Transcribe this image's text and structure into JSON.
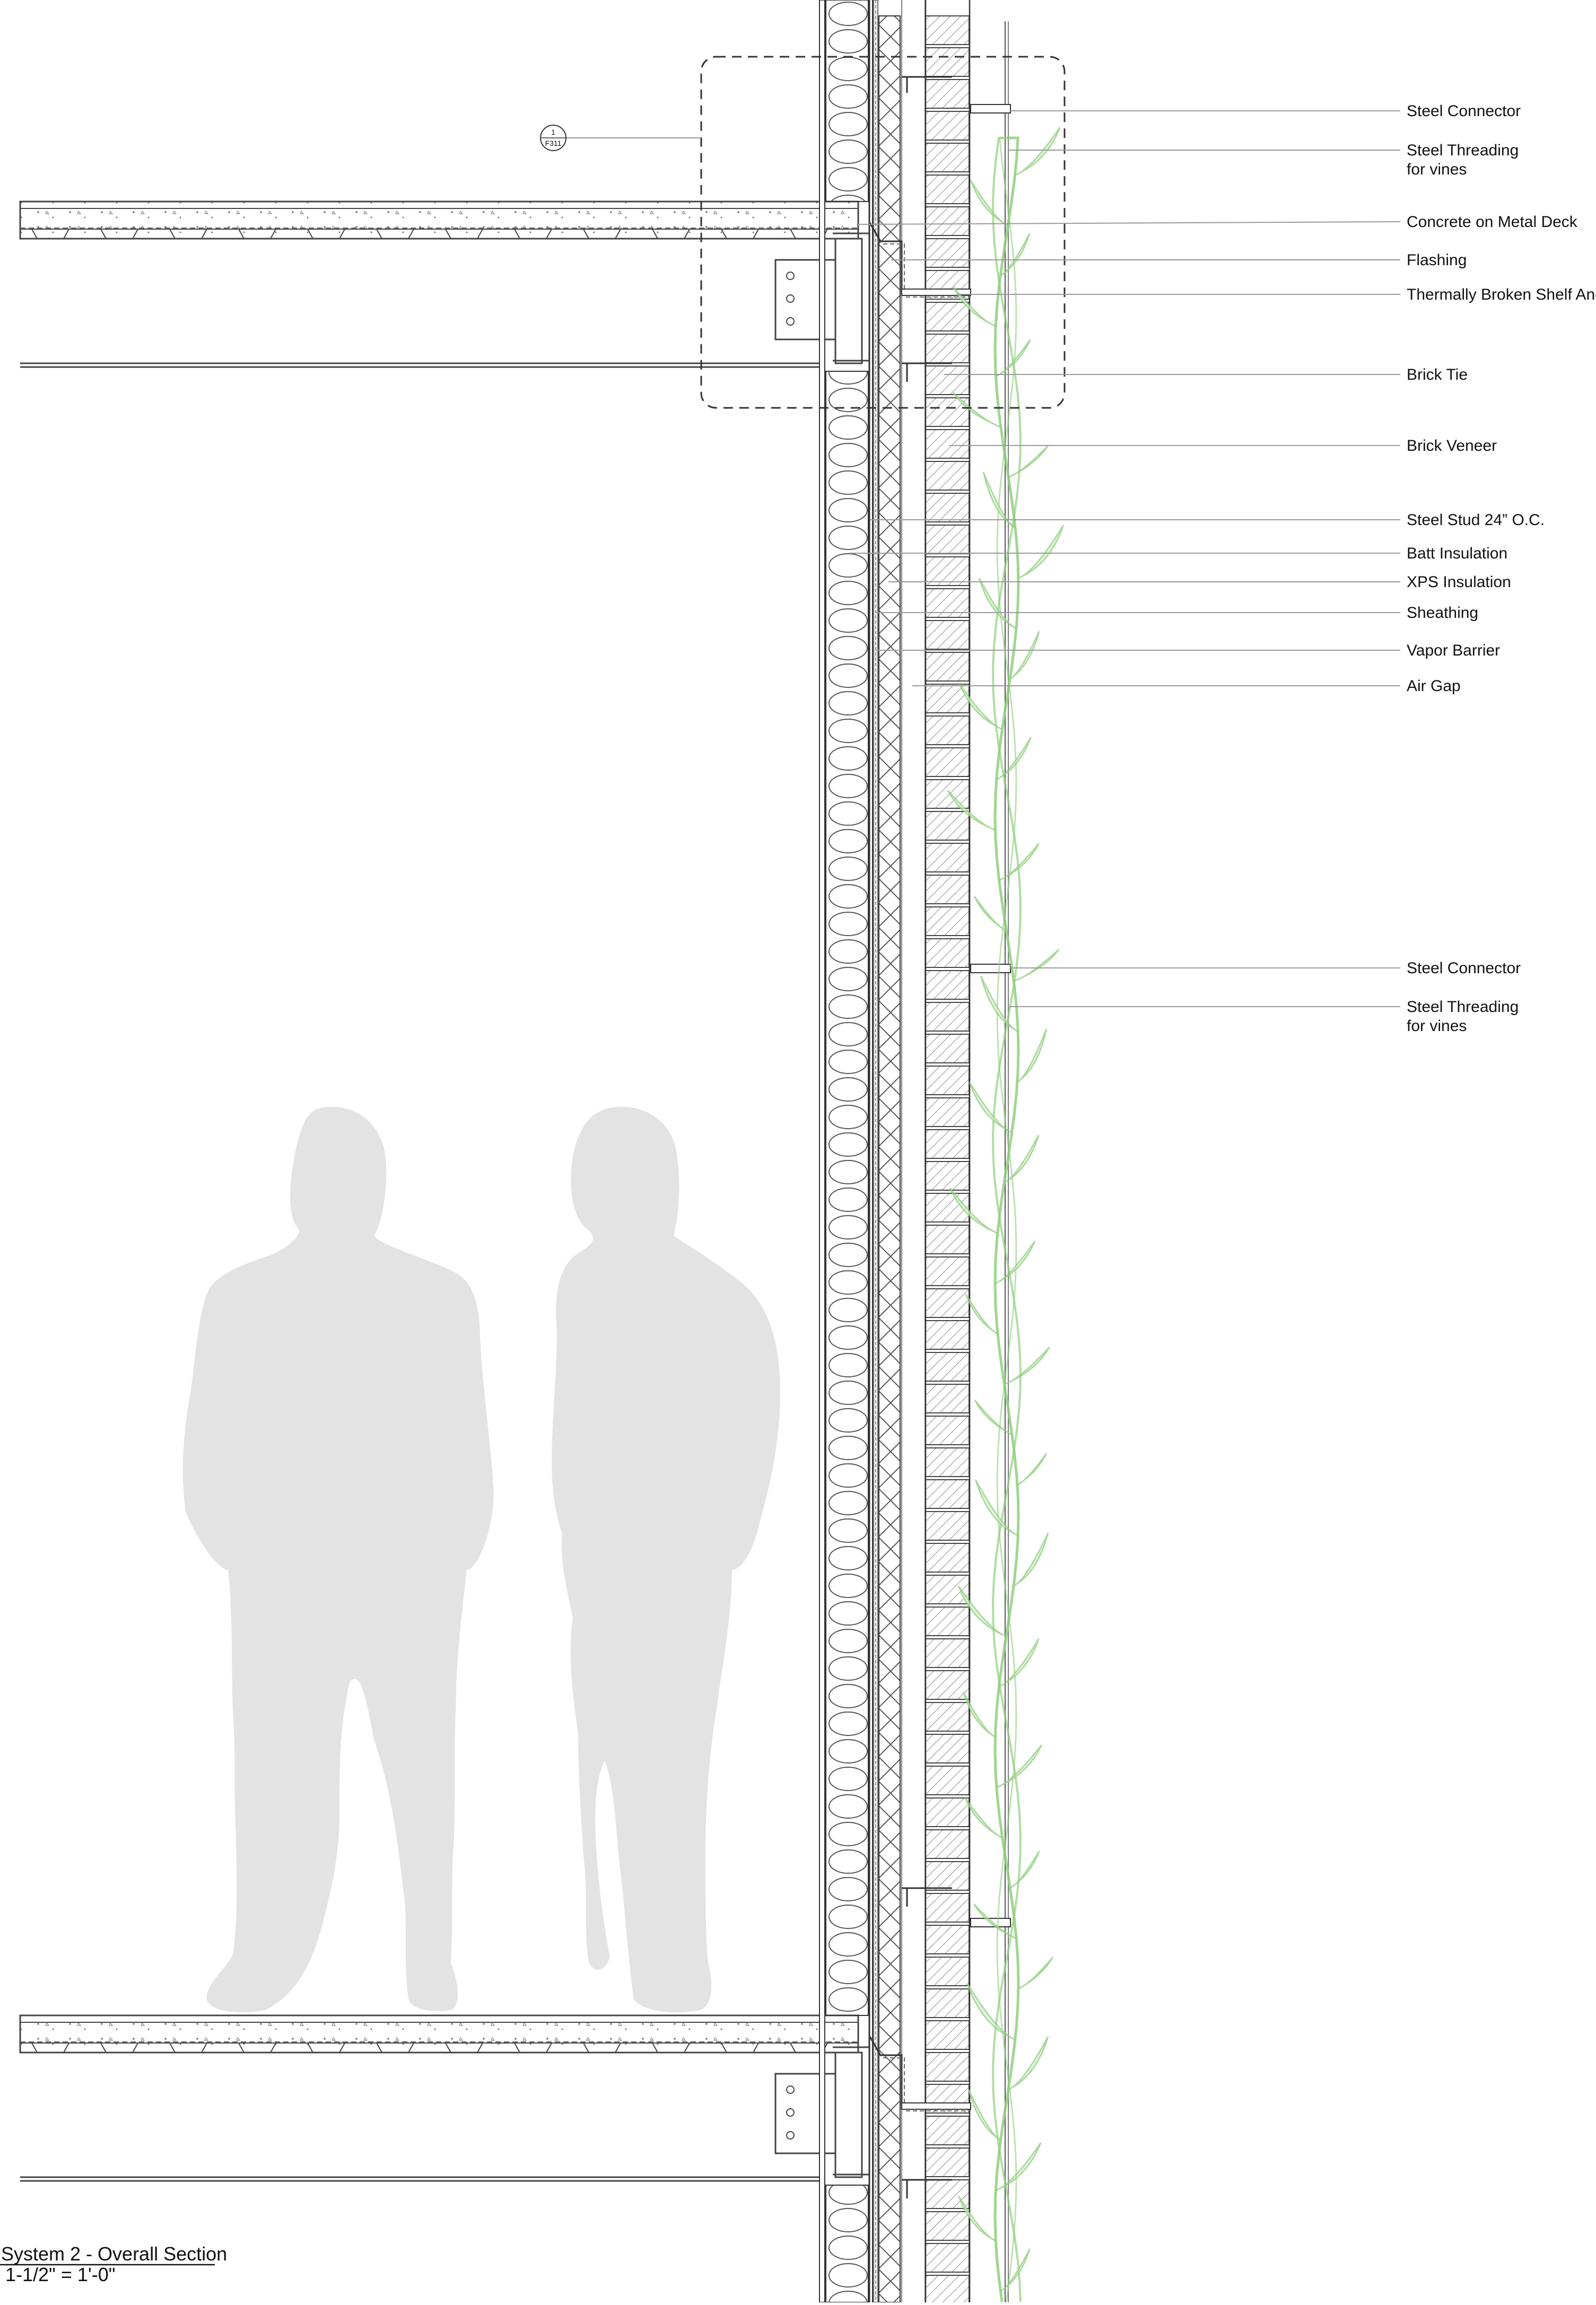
{
  "detail_callout": {
    "number": "1",
    "sheet": "F311"
  },
  "callouts": [
    {
      "id": "steel-connector-top",
      "lines": [
        "Steel Connector"
      ]
    },
    {
      "id": "steel-threading-top",
      "lines": [
        "Steel Threading",
        "for vines"
      ]
    },
    {
      "id": "concrete-on-metal-deck",
      "lines": [
        "Concrete on Metal Deck"
      ]
    },
    {
      "id": "flashing",
      "lines": [
        "Flashing"
      ]
    },
    {
      "id": "shelf-angle",
      "lines": [
        "Thermally Broken Shelf Angle"
      ]
    },
    {
      "id": "brick-tie",
      "lines": [
        "Brick Tie"
      ]
    },
    {
      "id": "brick-veneer",
      "lines": [
        "Brick Veneer"
      ]
    },
    {
      "id": "steel-stud",
      "lines": [
        "Steel Stud 24” O.C."
      ]
    },
    {
      "id": "batt-insulation",
      "lines": [
        "Batt Insulation"
      ]
    },
    {
      "id": "xps-insulation",
      "lines": [
        "XPS Insulation"
      ]
    },
    {
      "id": "sheathing",
      "lines": [
        "Sheathing"
      ]
    },
    {
      "id": "vapor-barrier",
      "lines": [
        "Vapor Barrier"
      ]
    },
    {
      "id": "air-gap",
      "lines": [
        "Air Gap"
      ]
    },
    {
      "id": "steel-connector-mid",
      "lines": [
        "Steel Connector"
      ]
    },
    {
      "id": "steel-threading-mid",
      "lines": [
        "Steel Threading",
        "for vines"
      ]
    }
  ],
  "drawing_title": "System 2 - Overall Section",
  "drawing_scale": "1-1/2\" = 1'-0\"",
  "colors": {
    "line": "#333333",
    "leader": "#9a9a9a",
    "figure": "#e3e3e3",
    "vine": "#8fcf7e",
    "vine_fill": "#d9efd0",
    "brick_hatch": "#777777"
  }
}
